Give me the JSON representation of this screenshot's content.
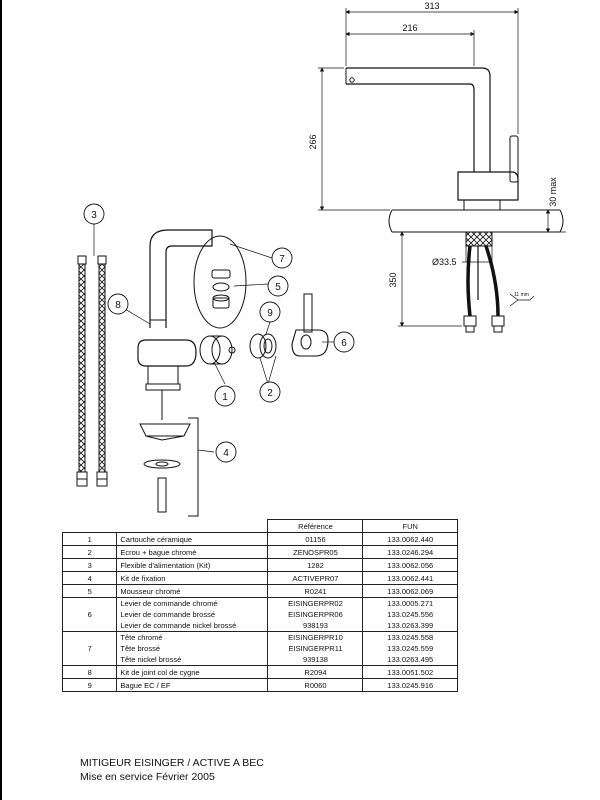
{
  "dimensions": {
    "width_total": "313",
    "width_spout": "216",
    "height_spout": "266",
    "deck_max": "30 max",
    "hose_length": "350",
    "diameter": "Ø33.5",
    "nut_size": "11 mm"
  },
  "callouts": [
    "1",
    "2",
    "3",
    "4",
    "5",
    "6",
    "7",
    "8",
    "9"
  ],
  "table": {
    "headers": [
      "Référence",
      "FUN"
    ],
    "rows": [
      {
        "num": "1",
        "desc": [
          "Cartouche céramique"
        ],
        "ref": [
          "01156"
        ],
        "fun": [
          "133.0062.440"
        ]
      },
      {
        "num": "2",
        "desc": [
          "Ecrou + bague chromé"
        ],
        "ref": [
          "ZENOSPR05"
        ],
        "fun": [
          "133.0246.294"
        ]
      },
      {
        "num": "3",
        "desc": [
          "Flexible d'alimentation (Kit)"
        ],
        "ref": [
          "1282"
        ],
        "fun": [
          "133.0062.056"
        ]
      },
      {
        "num": "4",
        "desc": [
          "Kit de fixation"
        ],
        "ref": [
          "ACTIVEPR07"
        ],
        "fun": [
          "133.0062.441"
        ]
      },
      {
        "num": "5",
        "desc": [
          "Mousseur chromé"
        ],
        "ref": [
          "R0241"
        ],
        "fun": [
          "133.0062.069"
        ]
      },
      {
        "num": "6",
        "desc": [
          "Levier de commande chromé",
          "Levier de commande brossé",
          "Levier de commande nickel brossé"
        ],
        "ref": [
          "EISINGERPR02",
          "EISINGERPR06",
          "938193"
        ],
        "fun": [
          "133.0005.271",
          "133.0245.556",
          "133.0263.399"
        ]
      },
      {
        "num": "7",
        "desc": [
          "Tête chromé",
          "Tête brossé",
          "Tête nickel brossé"
        ],
        "ref": [
          "EISINGERPR10",
          "EISINGERPR11",
          "939138"
        ],
        "fun": [
          "133.0245.558",
          "133.0245.559",
          "133.0263.495"
        ]
      },
      {
        "num": "8",
        "desc": [
          "Kit de joint col de cygne"
        ],
        "ref": [
          "R2094"
        ],
        "fun": [
          "133.0051.502"
        ]
      },
      {
        "num": "9",
        "desc": [
          "Bague EC / EF"
        ],
        "ref": [
          "R0060"
        ],
        "fun": [
          "133.0245.916"
        ]
      }
    ]
  },
  "footer": {
    "line1": "MITIGEUR EISINGER / ACTIVE A BEC",
    "line2": "Mise en service Février 2005"
  }
}
